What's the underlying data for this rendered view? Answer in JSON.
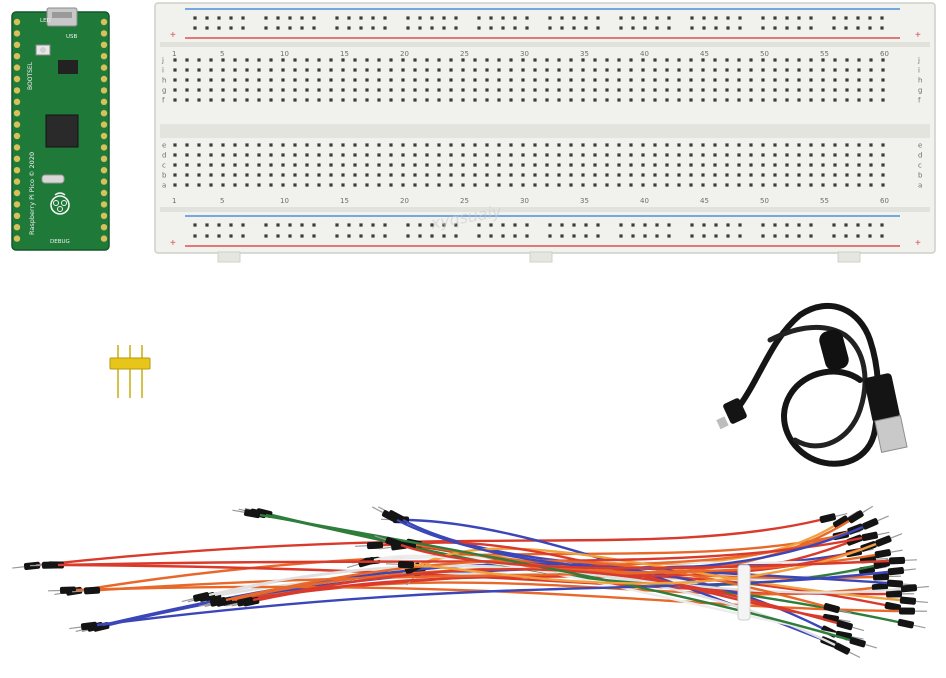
{
  "photo": {
    "subject": "Raspberry Pi Pico starter kit components"
  },
  "pico_board": {
    "silk_vertical": "Raspberry Pi Pico © 2020",
    "label_bootsel": "BOOTSEL",
    "label_led": "LED",
    "label_usb": "USB",
    "label_debug": "DEBUG"
  },
  "breadboard": {
    "column_numbers": [
      "1",
      "5",
      "10",
      "15",
      "20",
      "25",
      "30",
      "35",
      "40",
      "45",
      "50",
      "55",
      "60"
    ],
    "rows_top": [
      "j",
      "i",
      "h",
      "g",
      "f"
    ],
    "rows_bottom": [
      "e",
      "d",
      "c",
      "b",
      "a"
    ],
    "rail_plus": "+",
    "rail_minus": "−",
    "rail_colors": {
      "red": "#d9534f",
      "blue": "#4a90d9"
    }
  },
  "watermark": {
    "text": "xyqsuaiy"
  },
  "colors": {
    "pcb_green": "#1f7a3a",
    "breadboard_white": "#f1f1ee",
    "header_yellow": "#e7c619",
    "cable_black": "#151515"
  }
}
